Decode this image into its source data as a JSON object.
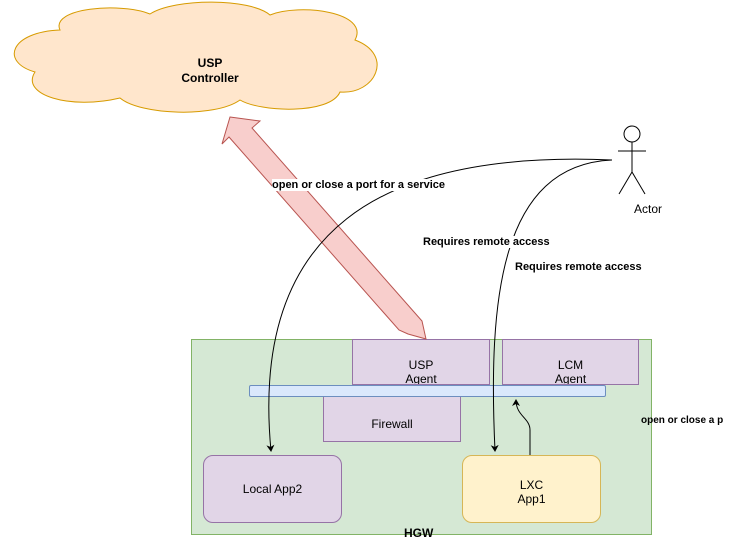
{
  "controller": {
    "line1": "USP",
    "line2": "Controller"
  },
  "actor": {
    "label": "Actor"
  },
  "edges": {
    "port_service": "open or  close a port for a service",
    "remote_access_1": "Requires remote access",
    "remote_access_2": "Requires remote access",
    "port_cut": "open or  close a p"
  },
  "hgw": {
    "label": "HGW",
    "usp_agent": {
      "line1": "USP",
      "line2": "Agent"
    },
    "lcm_agent": {
      "line1": "LCM",
      "line2": "Agent"
    },
    "firewall": "Firewall",
    "local_app2": "Local App2",
    "lxc_app1": {
      "line1": "LXC",
      "line2": "App1"
    }
  },
  "colors": {
    "cloud_fill": "#ffe6cc",
    "cloud_stroke": "#d79b00",
    "hgw_fill": "#d5e8d4",
    "hgw_stroke": "#82b366",
    "purple_fill": "#e1d5e7",
    "purple_stroke": "#9673a6",
    "bus_fill": "#dae8fc",
    "bus_stroke": "#6c8ebf",
    "yellow_fill": "#fff2cc",
    "yellow_stroke": "#d6b656",
    "arrow_fill": "#f8cecc",
    "arrow_stroke": "#b85450"
  }
}
